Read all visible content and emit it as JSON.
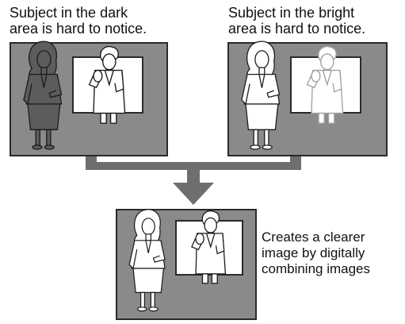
{
  "captions": {
    "dark": {
      "line1": "Subject in the dark",
      "line2": "area is hard to notice."
    },
    "bright": {
      "line1": "Subject in the bright",
      "line2": "area is hard to notice."
    },
    "result": {
      "line1": "Creates a clearer",
      "line2": "image by digitally",
      "line3": "combining images"
    }
  },
  "colors": {
    "panel_fill": "#8a8a8a",
    "panel_stroke": "#2a2a2a",
    "arrow_fill": "#6e6e6e",
    "dark_figure_fill": "#5c5c5c",
    "bright_figure_stroke": "#9a9a9a"
  }
}
